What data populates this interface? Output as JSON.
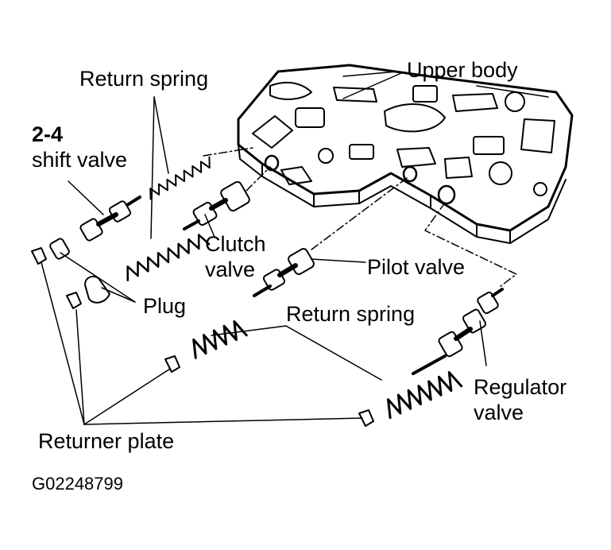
{
  "labels": {
    "upper_body": "Upper body",
    "return_spring_top": "Return spring",
    "shift_valve_num": "2-4",
    "shift_valve_text": "shift valve",
    "clutch_valve_1": "Clutch",
    "clutch_valve_2": "valve",
    "pilot_valve": "Pilot valve",
    "plug": "Plug",
    "return_spring_mid": "Return spring",
    "regulator_valve_1": "Regulator",
    "regulator_valve_2": "valve",
    "returner_plate": "Returner plate"
  },
  "figure_code": "G02248799"
}
